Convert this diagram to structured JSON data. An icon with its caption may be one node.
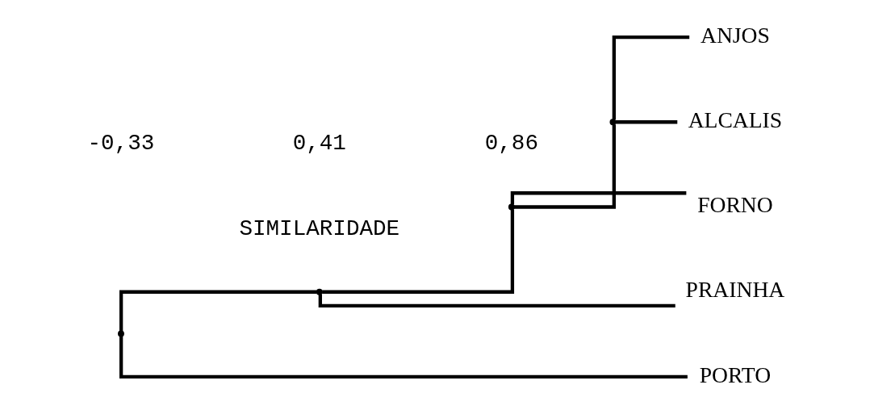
{
  "diagram": {
    "nodes": [
      {
        "text": [],
        "shape": "point"
      },
      {
        "text": [],
        "shape": "point"
      },
      {
        "text": [],
        "shape": "point"
      },
      {
        "text": [],
        "shape": "point"
      },
      {
        "text": [
          "FORNO"
        ]
      },
      {
        "text": [
          "ANJOS"
        ]
      },
      {
        "text": [
          "ALCALIS"
        ]
      },
      {
        "text": [
          "PRAINHA"
        ]
      },
      {
        "text": [
          "PORTO"
        ]
      }
    ],
    "edges": [
      {
        "from": 0,
        "to": 1,
        "arrow": "none"
      },
      {
        "from": 0,
        "to": 8,
        "arrow": "none"
      },
      {
        "from": 1,
        "to": 2,
        "arrow": "none"
      },
      {
        "from": 1,
        "to": 7,
        "arrow": "none"
      },
      {
        "from": 2,
        "to": 4,
        "arrow": "none"
      },
      {
        "from": 2,
        "to": 3,
        "arrow": "none"
      },
      {
        "from": 3,
        "to": 5,
        "arrow": "none"
      },
      {
        "from": 3,
        "to": 6,
        "arrow": "none"
      }
    ],
    "labels": [
      "-0,33",
      "0,41",
      "0,86",
      "SIMILARIDADE"
    ]
  }
}
